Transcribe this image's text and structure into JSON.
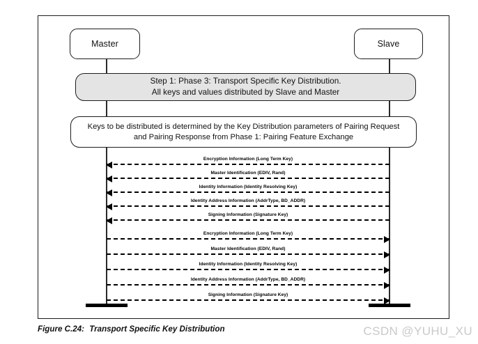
{
  "figure": {
    "caption_number": "Figure C.24:",
    "caption_title": "Transport Specific Key Distribution",
    "watermark": "CSDN @YUHU_XU",
    "colors": {
      "frame_border": "#1a1a1a",
      "box_border": "#1c1c1c",
      "shaded_band_fill": "#e4e4e4",
      "lifeline": "#2a2a2a",
      "arrow": "#000000",
      "watermark_text": "#c9c9c9",
      "page_background": "#ffffff"
    }
  },
  "actors": [
    {
      "id": "master",
      "label": "Master"
    },
    {
      "id": "slave",
      "label": "Slave"
    }
  ],
  "bands": [
    {
      "id": "step-banner",
      "style": "shaded",
      "lines": [
        "Step 1: Phase 3: Transport Specific Key Distribution.",
        "All keys and values distributed by Slave and Master"
      ]
    },
    {
      "id": "key-distribution-note",
      "style": "plain",
      "lines": [
        "Keys to be distributed is determined by the Key Distribution parameters of Pairing Request",
        "and Pairing Response from Phase 1: Pairing Feature Exchange"
      ]
    }
  ],
  "messages": [
    {
      "label": "Encryption Information (Long Term Key)",
      "direction": "slave-to-master",
      "from": "slave",
      "to": "master"
    },
    {
      "label": "Master Identification (EDIV, Rand)",
      "direction": "slave-to-master",
      "from": "slave",
      "to": "master"
    },
    {
      "label": "Identity Information (Identity Resolving Key)",
      "direction": "slave-to-master",
      "from": "slave",
      "to": "master"
    },
    {
      "label": "Identity Address Information (AddrType, BD_ADDR)",
      "direction": "slave-to-master",
      "from": "slave",
      "to": "master"
    },
    {
      "label": "Signing Information (Signature Key)",
      "direction": "slave-to-master",
      "from": "slave",
      "to": "master"
    },
    {
      "label": "Encryption Information (Long Term Key)",
      "direction": "master-to-slave",
      "from": "master",
      "to": "slave"
    },
    {
      "label": "Master Identification (EDIV, Rand)",
      "direction": "master-to-slave",
      "from": "master",
      "to": "slave"
    },
    {
      "label": "Identity Information (Identity Resolving Key)",
      "direction": "master-to-slave",
      "from": "master",
      "to": "slave"
    },
    {
      "label": "Identity Address Information (AddrType, BD_ADDR)",
      "direction": "master-to-slave",
      "from": "master",
      "to": "slave"
    },
    {
      "label": "Signing Information (Signature Key)",
      "direction": "master-to-slave",
      "from": "master",
      "to": "slave"
    }
  ]
}
